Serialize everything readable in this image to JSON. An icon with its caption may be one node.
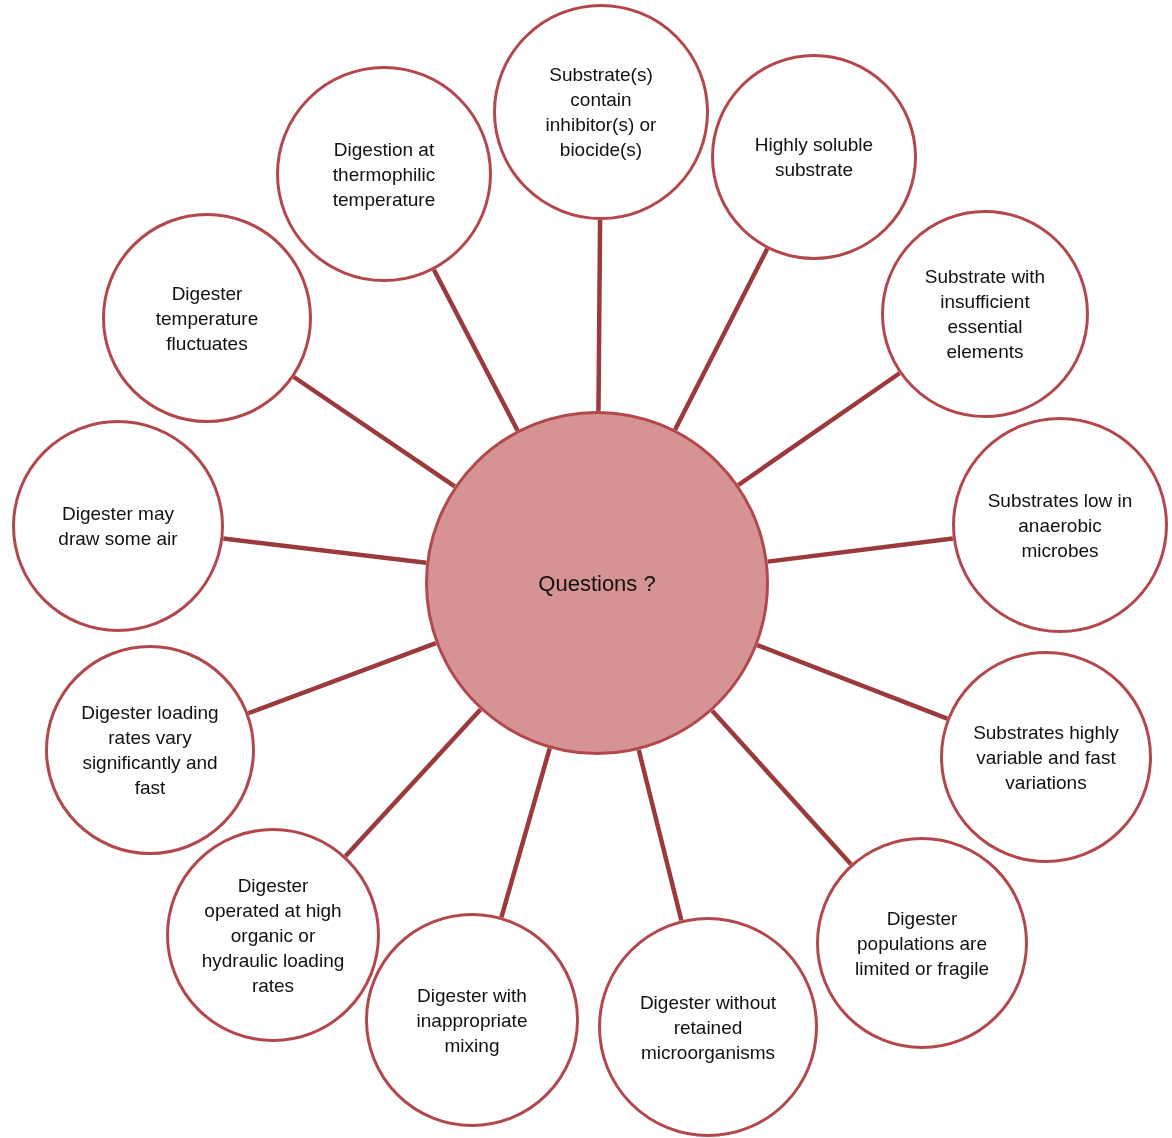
{
  "diagram": {
    "nodes": [
      {
        "text": [
          "Questions ?"
        ]
      },
      {
        "text": [
          "Substrate(s) contain inhibitor(s) or biocide(s)"
        ]
      },
      {
        "text": [
          "Highly soluble substrate"
        ]
      },
      {
        "text": [
          "Substrate with insufficient essential elements"
        ]
      },
      {
        "text": [
          "Substrates low in anaerobic microbes"
        ]
      },
      {
        "text": [
          "Substrates highly variable and fast variations"
        ]
      },
      {
        "text": [
          "Digester populations are limited or fragile"
        ]
      },
      {
        "text": [
          "Digester without retained microorganisms"
        ]
      },
      {
        "text": [
          "Digester with inappropriate mixing"
        ]
      },
      {
        "text": [
          "Digester operated at high organic or hydraulic loading rates"
        ]
      },
      {
        "text": [
          "Digester loading rates vary significantly and fast"
        ]
      },
      {
        "text": [
          "Digester may draw some air"
        ]
      },
      {
        "text": [
          "Digester temperature fluctuates"
        ]
      },
      {
        "text": [
          "Digestion at thermophilic temperature"
        ]
      }
    ],
    "edges": [
      {
        "from": 0,
        "to": 1,
        "arrow": "none"
      },
      {
        "from": 0,
        "to": 2,
        "arrow": "none"
      },
      {
        "from": 0,
        "to": 3,
        "arrow": "none"
      },
      {
        "from": 0,
        "to": 4,
        "arrow": "none"
      },
      {
        "from": 0,
        "to": 5,
        "arrow": "none"
      },
      {
        "from": 0,
        "to": 6,
        "arrow": "none"
      },
      {
        "from": 0,
        "to": 7,
        "arrow": "none"
      },
      {
        "from": 0,
        "to": 8,
        "arrow": "none"
      },
      {
        "from": 0,
        "to": 9,
        "arrow": "none"
      },
      {
        "from": 0,
        "to": 10,
        "arrow": "none"
      },
      {
        "from": 0,
        "to": 11,
        "arrow": "none"
      },
      {
        "from": 0,
        "to": 12,
        "arrow": "none"
      },
      {
        "from": 0,
        "to": 13,
        "arrow": "none"
      }
    ]
  }
}
